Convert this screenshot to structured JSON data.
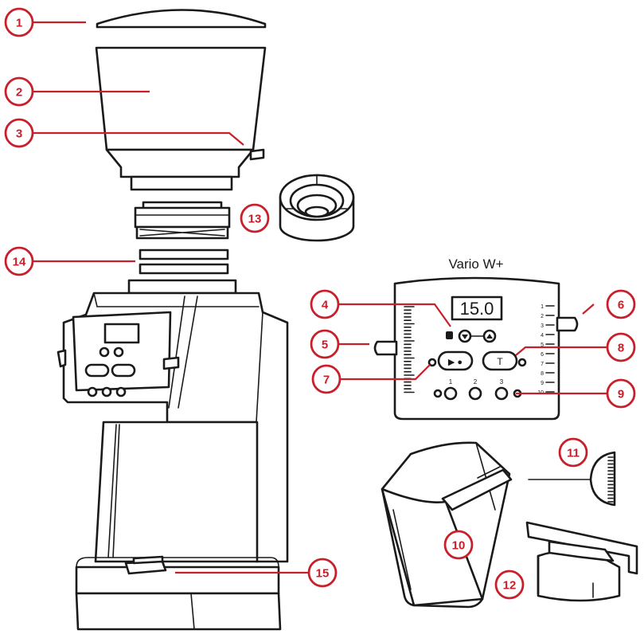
{
  "panel_title": "Vario W+",
  "display_reading": "15.0",
  "preset_buttons": [
    "1",
    "2",
    "3"
  ],
  "side_scale": [
    "1",
    "2",
    "3",
    "4",
    "5",
    "6",
    "7",
    "8",
    "9",
    "10"
  ],
  "start_button_symbol": "▶ ●",
  "tare_button_symbol": "T",
  "callout_color": "#c8202b",
  "callouts": [
    {
      "num": "1",
      "icon": "hopper-lid"
    },
    {
      "num": "2",
      "icon": "bean-hopper"
    },
    {
      "num": "3",
      "icon": "hopper-shutter"
    },
    {
      "num": "4",
      "icon": "up-down-buttons"
    },
    {
      "num": "5",
      "icon": "macro-adjust-lever"
    },
    {
      "num": "6",
      "icon": "micro-adjust-lever"
    },
    {
      "num": "7",
      "icon": "start-stop-button"
    },
    {
      "num": "8",
      "icon": "tare-button"
    },
    {
      "num": "9",
      "icon": "preset-buttons"
    },
    {
      "num": "10",
      "icon": "grounds-bin"
    },
    {
      "num": "11",
      "icon": "calibration-tool"
    },
    {
      "num": "12",
      "icon": "portafilter-holder"
    },
    {
      "num": "13",
      "icon": "upper-burr-assembly"
    },
    {
      "num": "14",
      "icon": "burr-shims"
    },
    {
      "num": "15",
      "icon": "grind-tray-button"
    }
  ]
}
